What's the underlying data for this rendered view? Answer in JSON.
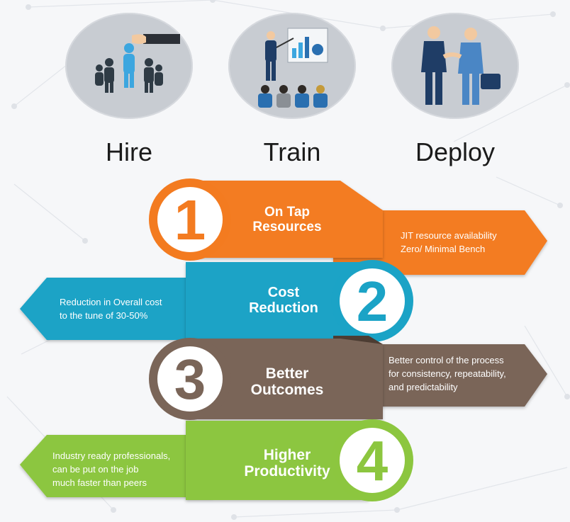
{
  "stages": [
    {
      "label": "Hire",
      "icon": "hire-icon"
    },
    {
      "label": "Train",
      "icon": "train-icon"
    },
    {
      "label": "Deploy",
      "icon": "deploy-icon"
    }
  ],
  "steps": [
    {
      "number": "1",
      "title_lines": [
        "On Tap",
        "Resources"
      ],
      "desc_lines": [
        "JIT resource availability",
        "Zero/ Minimal Bench"
      ],
      "color": "#f37b20"
    },
    {
      "number": "2",
      "title_lines": [
        "Cost",
        "Reduction"
      ],
      "desc_lines": [
        "Reduction in Overall cost",
        "to the tune of 30-50%"
      ],
      "color": "#1ba3c6"
    },
    {
      "number": "3",
      "title_lines": [
        "Better",
        "Outcomes"
      ],
      "desc_lines": [
        "Better control of the process",
        "for consistency, repeatability,",
        "and predictability"
      ],
      "color": "#7a6558"
    },
    {
      "number": "4",
      "title_lines": [
        "Higher",
        "Productivity"
      ],
      "desc_lines": [
        "Industry ready professionals,",
        "can be put on the job",
        "much faster than peers"
      ],
      "color": "#8cc63f"
    }
  ]
}
